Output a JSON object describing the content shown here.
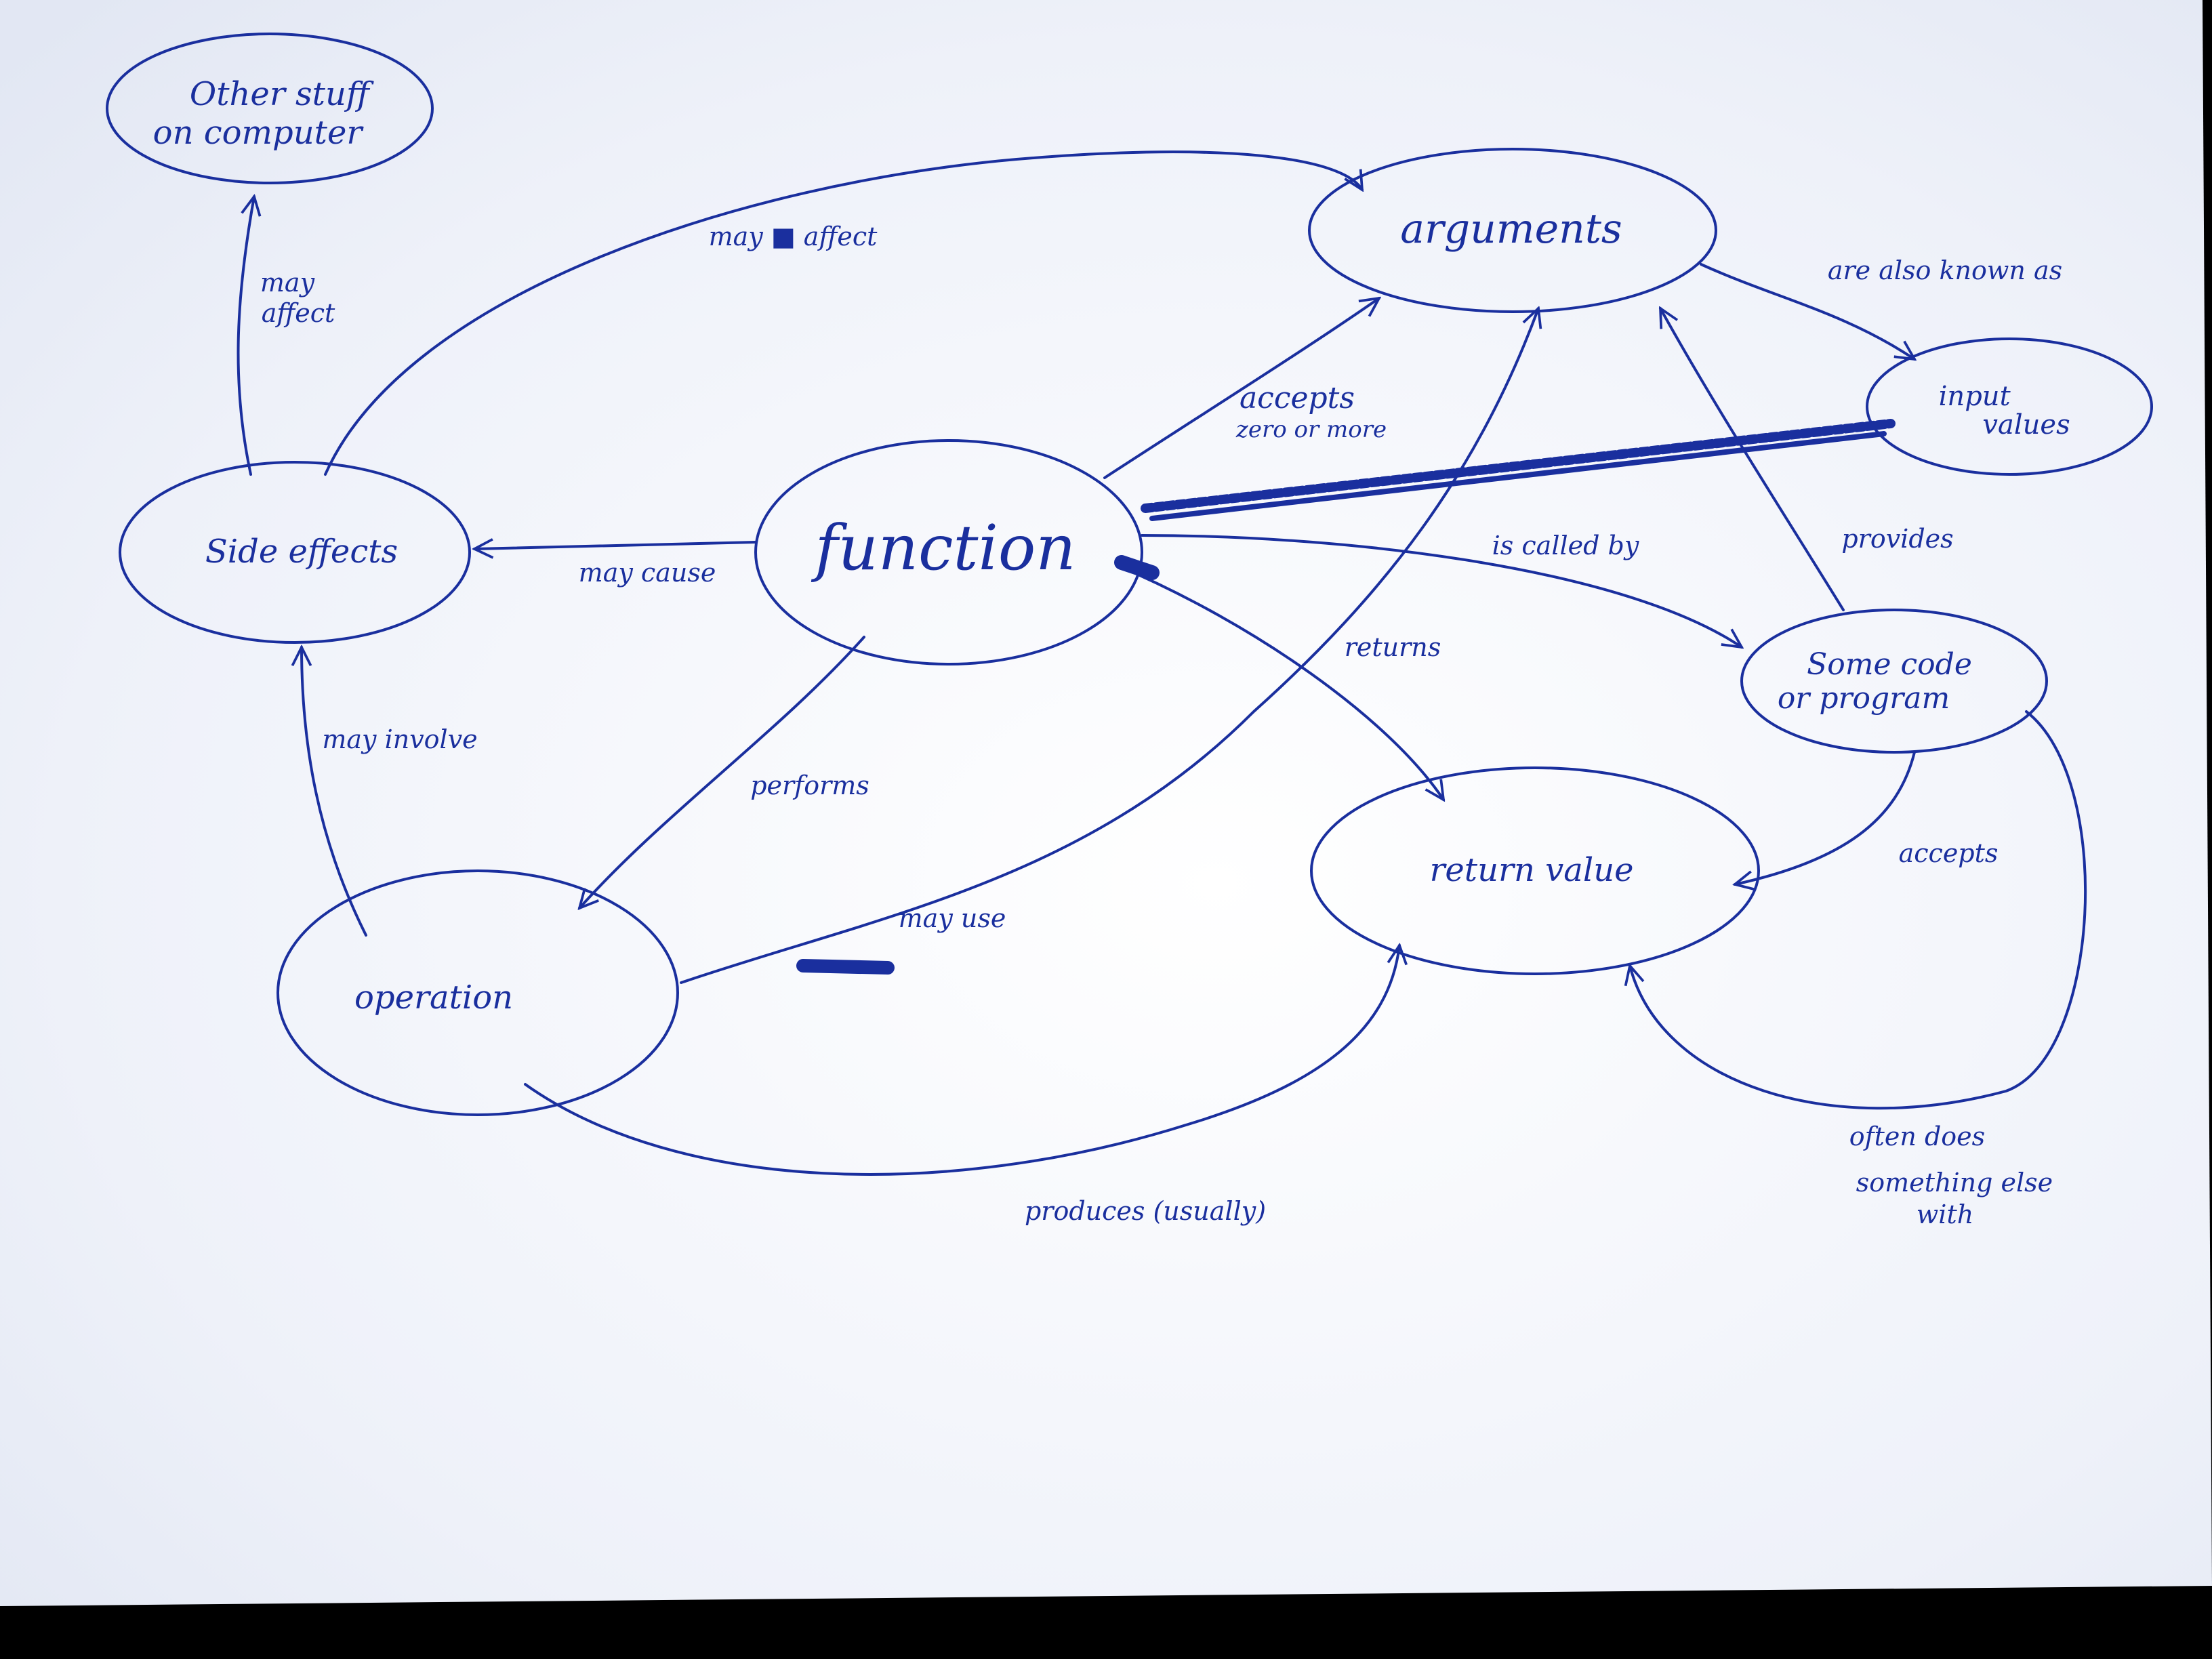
{
  "ink_color": "#1a2f9e",
  "paper_color": "#f1f3fa",
  "nodes": {
    "other_stuff": [
      "Other stuff",
      "on computer"
    ],
    "arguments": "arguments",
    "input_values": [
      "input",
      "values"
    ],
    "side_effects": "Side effects",
    "function": "function",
    "some_code": [
      "Some code",
      "or program"
    ],
    "return_value": "return value",
    "operation": "operation"
  },
  "edges": {
    "may_affect_other": [
      "may",
      "affect"
    ],
    "may_affect_args": "may ■ affect",
    "also_known_as": "are also known as",
    "accepts_zero": [
      "accepts",
      "zero or more"
    ],
    "may_cause": "may cause",
    "is_called_by": "is called by",
    "provides": "provides",
    "returns": "returns",
    "performs": "performs",
    "may_involve": "may involve",
    "accepts_return": "accepts",
    "may_use": "may use",
    "often_does": [
      "often does",
      "something else",
      "with"
    ],
    "produces": "produces (usually)"
  }
}
